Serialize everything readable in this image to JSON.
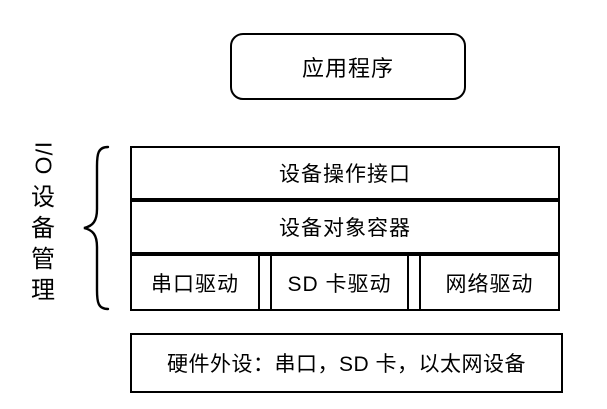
{
  "diagram": {
    "app_box": {
      "label": "应用程序"
    },
    "io_label": {
      "io": "I/O",
      "chars": [
        "设",
        "备",
        "管",
        "理"
      ]
    },
    "stack": {
      "rows": [
        {
          "label": "设备操作接口"
        },
        {
          "label": "设备对象容器"
        }
      ],
      "drivers": [
        "串口驱动",
        "SD 卡驱动",
        "网络驱动"
      ]
    },
    "hardware_box": {
      "label": "硬件外设：串口，SD 卡，以太网设备"
    }
  },
  "colors": {
    "background": "#ffffff",
    "line": "#000000",
    "text": "#000000"
  }
}
